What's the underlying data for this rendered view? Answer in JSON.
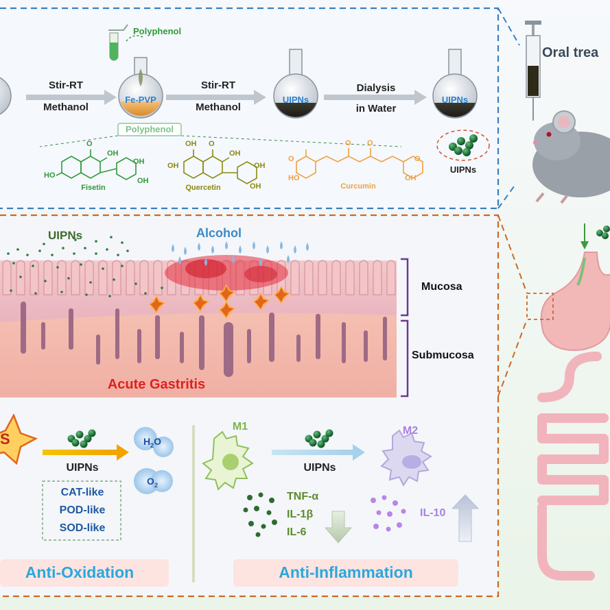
{
  "top": {
    "polyphenol_top": "Polyphenol",
    "step1_line1": "Stir-RT",
    "step1_line2": "Methanol",
    "fe_pvp": "Fe-PVP",
    "polyphenol_box": "Polyphenol",
    "step2_line1": "Stir-RT",
    "step2_line2": "Methanol",
    "uipns_flask1": "UIPNs",
    "step3_line1": "Dialysis",
    "step3_line2": "in Water",
    "uipns_flask2": "UIPNs",
    "uipns_cluster": "UIPNs",
    "molecules": [
      {
        "name": "Fisetin",
        "color": "#2e9a3a"
      },
      {
        "name": "Quercetin",
        "color": "#8a8a12"
      },
      {
        "name": "Curcumin",
        "color": "#f0a040"
      }
    ],
    "chem_labels": {
      "oh": "OH",
      "ho": "HO",
      "o": "O"
    }
  },
  "right": {
    "oral_treatment": "Oral trea"
  },
  "tissue": {
    "uipns": "UIPNs",
    "alcohol": "Alcohol",
    "mucosa": "Mucosa",
    "submucosa": "Submucosa",
    "acute_gastritis": "Acute Gastritis"
  },
  "oxidation": {
    "ros_fragment": "S",
    "uipns": "UIPNs",
    "h2o": "H",
    "h2o_sub": "2",
    "h2o_tail": "O",
    "o2": "O",
    "o2_sub": "2",
    "enzymes": [
      "CAT-like",
      "POD-like",
      "SOD-like"
    ],
    "title": "Anti-Oxidation"
  },
  "inflammation": {
    "m1": "M1",
    "m2": "M2",
    "uipns": "UIPNs",
    "cytokines_down": [
      "TNF-α",
      "IL-1β",
      "IL-6"
    ],
    "cytokine_up": "IL-10",
    "title": "Anti-Inflammation"
  },
  "colors": {
    "blue_dash": "#3a7fc0",
    "orange_dash": "#c86a28",
    "uipn_green": "#1e6b34",
    "gastritis_red": "#e02020",
    "title_blue": "#2aa7dc",
    "bracket_purple": "#6a3a8e"
  }
}
